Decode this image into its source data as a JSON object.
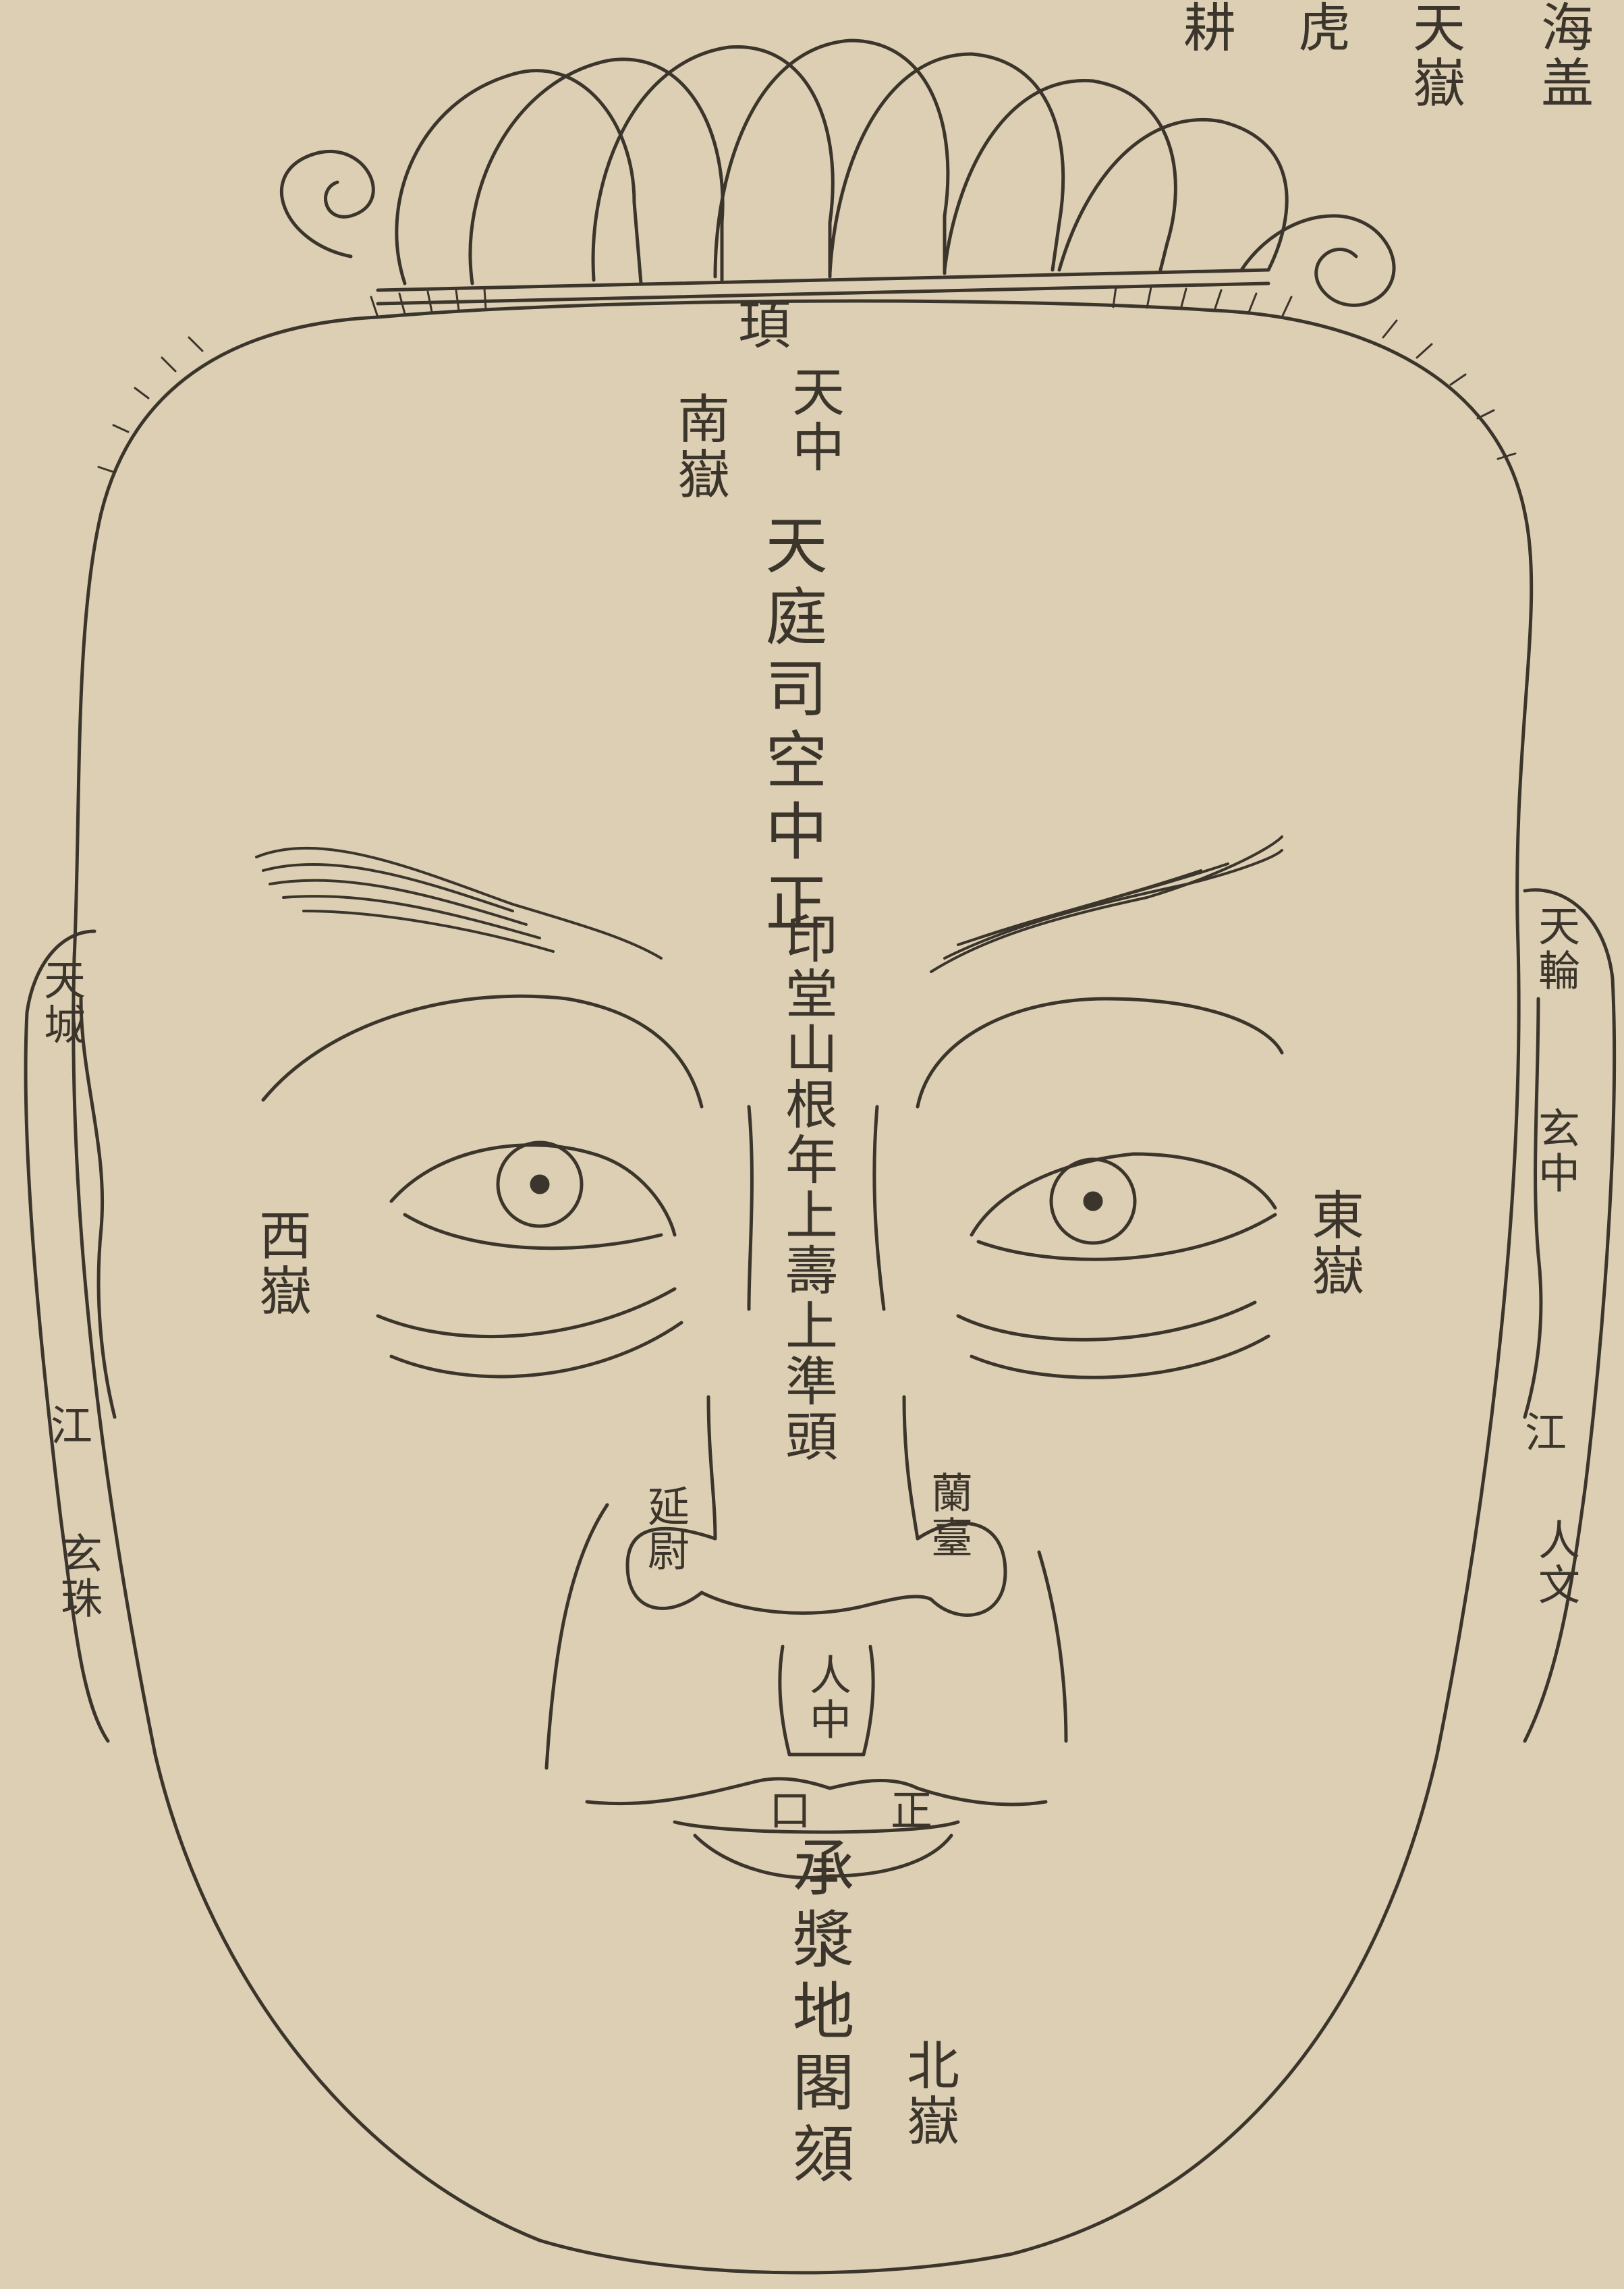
{
  "colors": {
    "paper": "#dccfb3",
    "ink": "#3b352c"
  },
  "labels": {
    "top_right_1": "海盖",
    "top_right_2": "天嶽",
    "top_right_3": "虎",
    "top_right_4": "耕",
    "forehead_top": "頊",
    "tianzhong": "天中",
    "south_peak": "南嶽",
    "central_column_1": "天庭司空中正",
    "central_column_2": "印堂山根年上壽上準頭",
    "west_peak": "西嶽",
    "east_peak": "東嶽",
    "left_ear_top": "天城",
    "left_ear_mid": "江",
    "left_ear_low": "玄珠",
    "right_ear_top": "天輪",
    "right_ear_mid": "玄中",
    "right_ear_mid2": "江",
    "right_ear_low": "人文",
    "left_nostril": "延尉",
    "right_nostril": "蘭臺",
    "philtrum": "人中",
    "mouth_left": "口",
    "mouth_right": "正",
    "chin_column": "承漿地閣頦",
    "north_peak": "北嶽"
  }
}
